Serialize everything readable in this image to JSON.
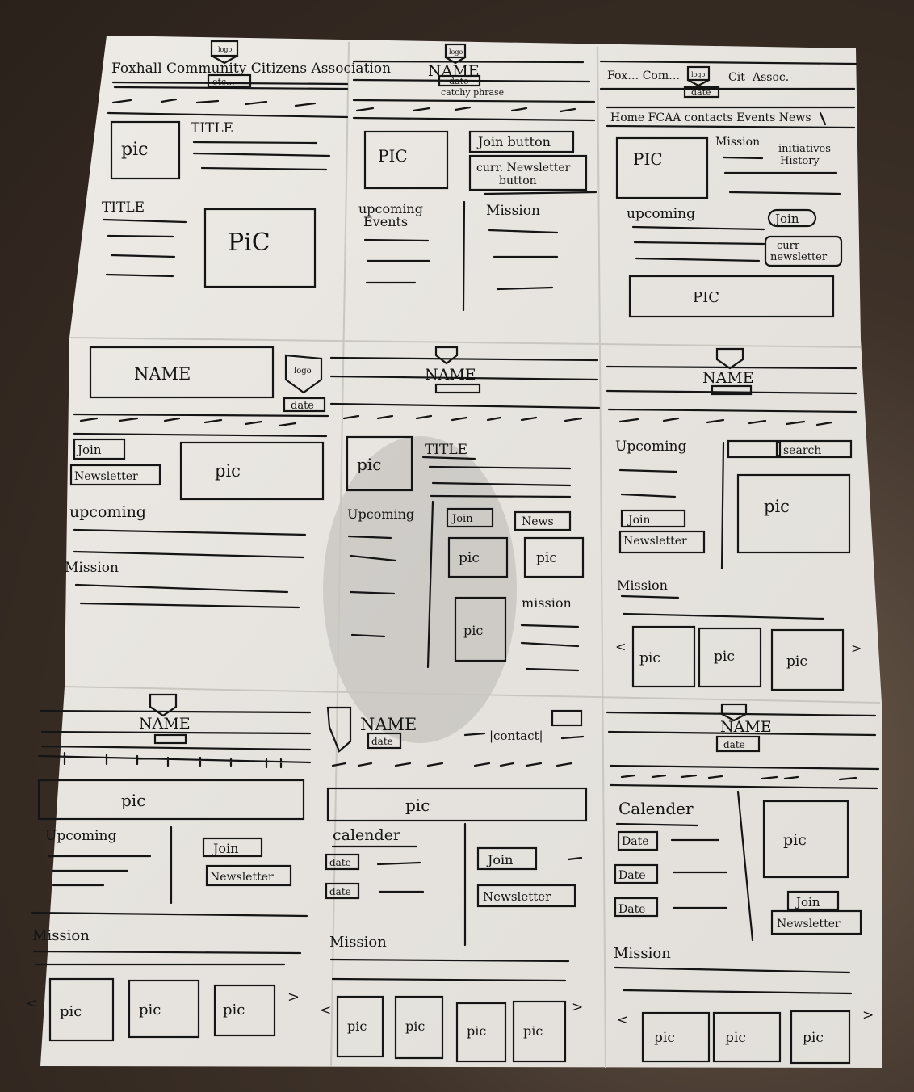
{
  "panels": {
    "p1": {
      "org_name": "Foxhall Community Citizens Association",
      "logo": "logo",
      "sub_label": "etc...",
      "pic_a": "pic",
      "title_a": "TITLE",
      "title_b": "TITLE",
      "pic_b": "PiC"
    },
    "p2": {
      "logo": "logo",
      "name": "NAME",
      "date": "date",
      "phrase": "catchy phrase",
      "pic": "PIC",
      "join": "Join button",
      "newsletter_line1": "curr. Newsletter",
      "newsletter_line2": "button",
      "upcoming_line1": "upcoming",
      "upcoming_line2": "Events",
      "mission": "Mission"
    },
    "p3": {
      "name_left": "Fox… Com…",
      "logo": "logo",
      "name_right": "Cit- Assoc.-",
      "date": "date",
      "nav": "Home  FCAA  contacts  Events  News",
      "pic": "PIC",
      "mission": "Mission",
      "initiatives_line1": "initiatives",
      "initiatives_line2": "History",
      "upcoming": "upcoming",
      "join": "Join",
      "newsletter_line1": "curr",
      "newsletter_line2": "newsletter",
      "pic_b": "PIC"
    },
    "p4": {
      "name": "NAME",
      "logo": "logo",
      "date": "date",
      "join": "Join",
      "newsletter": "Newsletter",
      "pic": "pic",
      "upcoming": "upcoming",
      "mission": "Mission"
    },
    "p5": {
      "name": "NAME",
      "pic_a": "pic",
      "title": "TITLE",
      "upcoming": "Upcoming",
      "join": "Join",
      "news": "News",
      "pic_b": "pic",
      "pic_c": "pic",
      "pic_d": "pic",
      "mission": "mission"
    },
    "p6": {
      "name": "NAME",
      "upcoming": "Upcoming",
      "search": "search",
      "join": "Join",
      "newsletter": "Newsletter",
      "pic_main": "pic",
      "mission": "Mission",
      "carousel": [
        "pic",
        "pic",
        "pic"
      ],
      "prev": "<",
      "next": ">"
    },
    "p7": {
      "name": "NAME",
      "pic_banner": "pic",
      "upcoming": "Upcoming",
      "join": "Join",
      "newsletter": "Newsletter",
      "mission": "Mission",
      "carousel": [
        "pic",
        "pic",
        "pic"
      ],
      "prev": "<",
      "next": ">"
    },
    "p8": {
      "name": "NAME",
      "date": "date",
      "contact": "|contact|",
      "pic_banner": "pic",
      "calendar": "calender",
      "dates": [
        "date",
        "date"
      ],
      "join": "Join",
      "newsletter": "Newsletter",
      "mission": "Mission",
      "carousel": [
        "pic",
        "pic",
        "pic",
        "pic"
      ],
      "prev": "<",
      "next": ">"
    },
    "p9": {
      "name": "NAME",
      "date": "date",
      "calendar": "Calender",
      "dates": [
        "Date",
        "Date",
        "Date"
      ],
      "pic": "pic",
      "join": "Join",
      "newsletter": "Newsletter",
      "mission": "Mission",
      "carousel": [
        "pic",
        "pic",
        "pic"
      ],
      "prev": "<",
      "next": ">"
    }
  }
}
